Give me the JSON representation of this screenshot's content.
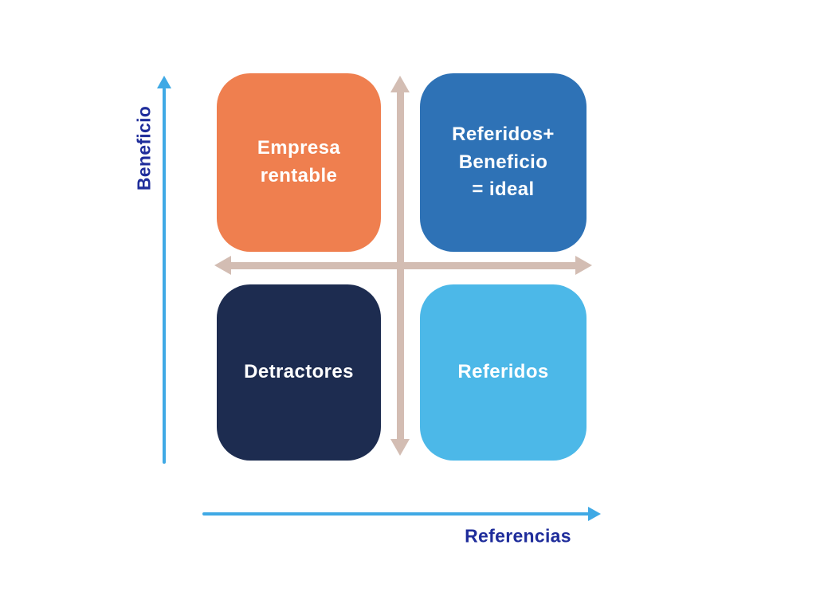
{
  "diagram": {
    "y_axis_label": "Beneficio",
    "x_axis_label": "Referencias",
    "quadrants": {
      "top_left": {
        "label": "Empresa\nrentable",
        "color": "#EF7F4F"
      },
      "top_right": {
        "label": "Referidos+\nBeneficio\n= ideal",
        "color": "#2E72B6"
      },
      "bottom_left": {
        "label": "Detractores",
        "color": "#1D2C50"
      },
      "bottom_right": {
        "label": "Referidos",
        "color": "#4CB8E8"
      }
    },
    "colors": {
      "axis": "#3FA9E5",
      "axis_label_text": "#1F2D9B",
      "cross_arrow": "#D3BDB3",
      "quadrant_text": "#FFFFFF",
      "background": "#FFFFFF"
    }
  }
}
